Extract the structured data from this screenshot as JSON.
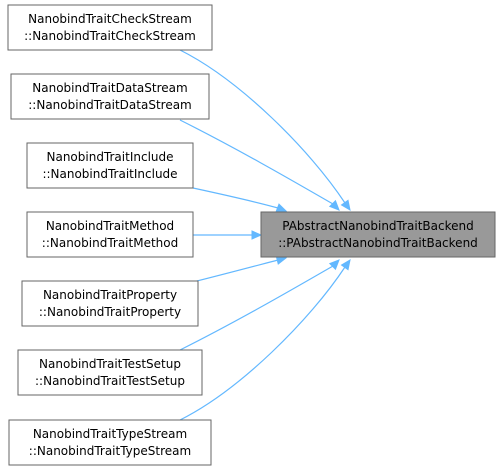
{
  "target": {
    "line1": "PAbstractNanobindTraitBackend",
    "line2": "::PAbstractNanobindTraitBackend",
    "fill_color": "#999999"
  },
  "sources": [
    {
      "line1": "NanobindTraitCheckStream",
      "line2": "::NanobindTraitCheckStream"
    },
    {
      "line1": "NanobindTraitDataStream",
      "line2": "::NanobindTraitDataStream"
    },
    {
      "line1": "NanobindTraitInclude",
      "line2": "::NanobindTraitInclude"
    },
    {
      "line1": "NanobindTraitMethod",
      "line2": "::NanobindTraitMethod"
    },
    {
      "line1": "NanobindTraitProperty",
      "line2": "::NanobindTraitProperty"
    },
    {
      "line1": "NanobindTraitTestSetup",
      "line2": "::NanobindTraitTestSetup"
    },
    {
      "line1": "NanobindTraitTypeStream",
      "line2": "::NanobindTraitTypeStream"
    }
  ],
  "colors": {
    "edge": "#63b8ff",
    "node_border": "#666666",
    "node_fill": "#ffffff"
  }
}
